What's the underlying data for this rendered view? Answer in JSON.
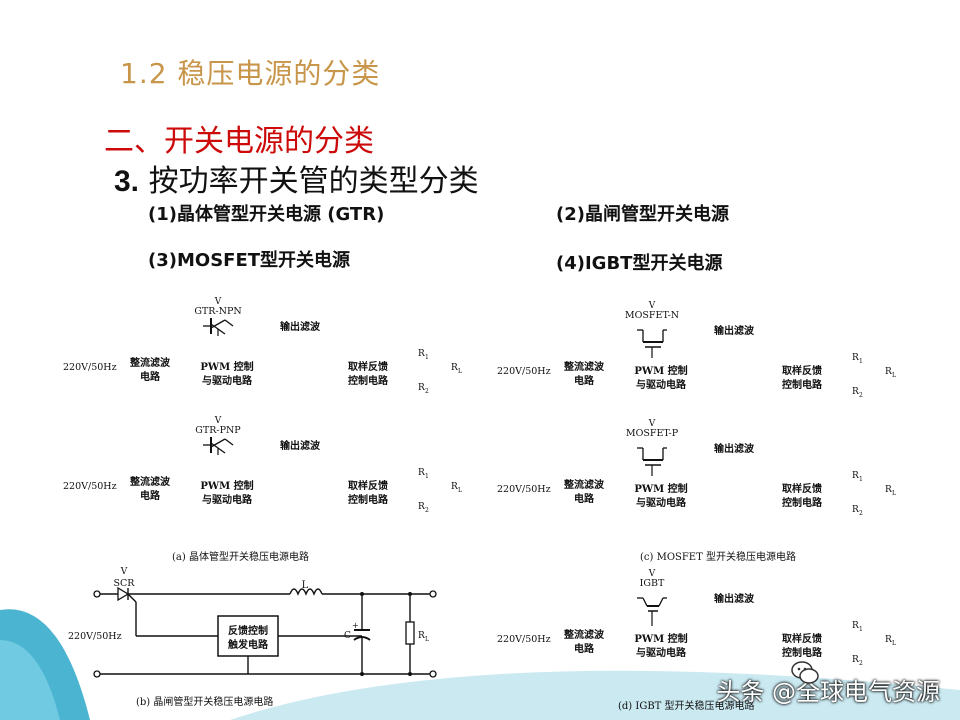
{
  "slide": {
    "heading_1": "1.2 稳压电源的分类",
    "heading_2": "二、开关电源的分类",
    "heading_3_num": "3.",
    "heading_3_text": "按功率开关管的类型分类",
    "items": [
      "(1)晶体管型开关电源 (GTR)",
      "(2)晶闸管型开关电源",
      "(3)MOSFET型开关电源",
      "(4)IGBT型开关电源"
    ],
    "accent_colors": {
      "heading_1": "#c8964a",
      "heading_2": "#cc0a0a",
      "decor": "#2aa7c9"
    }
  },
  "labels": {
    "input": "220V/50Hz",
    "rect": [
      "整流滤波",
      "电路"
    ],
    "pwm": [
      "PWM 控制",
      "与驱动电路"
    ],
    "fb": [
      "取样反馈",
      "控制电路"
    ],
    "out": "输出滤波",
    "v": "V",
    "r1": "R",
    "r2": "R",
    "rl": "R",
    "s1": "1",
    "s2": "2",
    "sl": "L",
    "c": "C",
    "plus": "+",
    "l": "L",
    "scr_fb": [
      "反馈控制",
      "触发电路"
    ]
  },
  "switches": {
    "a1": "GTR-NPN",
    "a2": "GTR-PNP",
    "c1": "MOSFET-N",
    "c2": "MOSFET-P",
    "d": "IGBT",
    "b": "SCR"
  },
  "captions": {
    "a": "(a) 晶体管型开关稳压电源电路",
    "b": "(b) 晶闸管型开关稳压电源电路",
    "c": "(c) MOSFET 型开关稳压电源电路",
    "d": "(d) IGBT 型开关稳压电源电路"
  },
  "watermark": "头条 @全球电气资源"
}
